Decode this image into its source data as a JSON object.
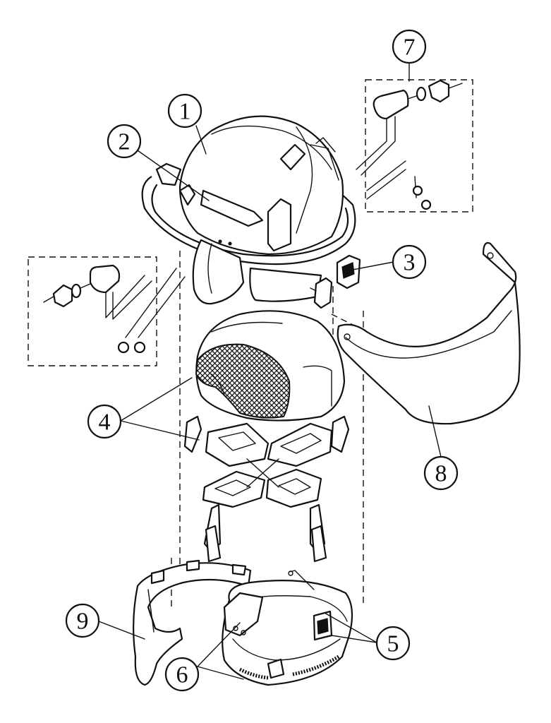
{
  "diagram": {
    "callouts": [
      {
        "label": "1"
      },
      {
        "label": "2"
      },
      {
        "label": "3"
      },
      {
        "label": "4"
      },
      {
        "label": "5"
      },
      {
        "label": "6"
      },
      {
        "label": "7"
      },
      {
        "label": "8"
      },
      {
        "label": "9"
      }
    ]
  }
}
